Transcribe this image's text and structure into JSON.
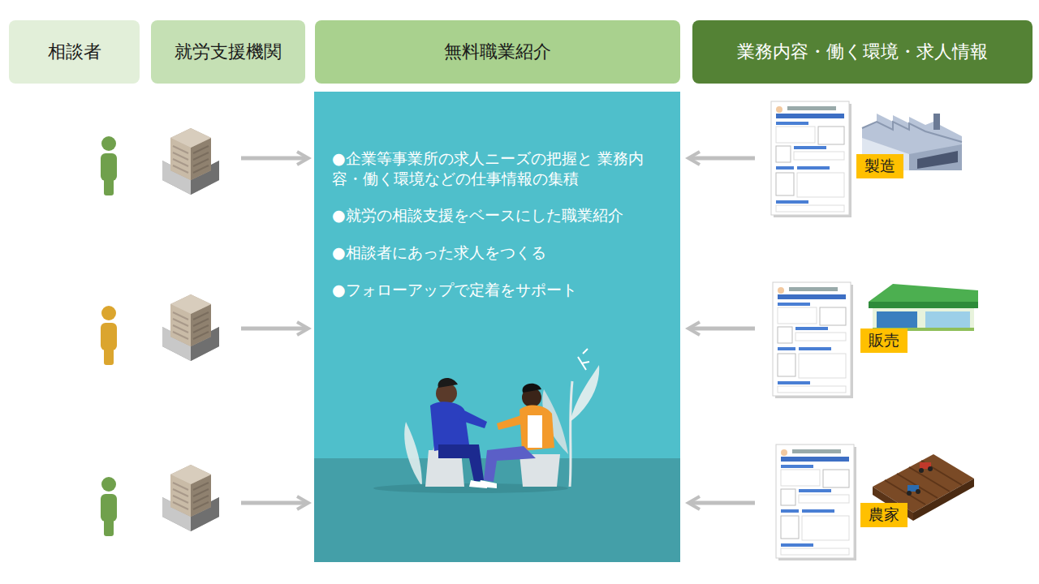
{
  "diagram": {
    "nodes": [
      {
        "text": [
          "相談者"
        ]
      },
      {
        "text": [
          "就労支援機関"
        ]
      },
      {
        "text": [
          "無料職業紹介"
        ]
      },
      {
        "text": [
          "業務内容・働く環境・求人情報"
        ]
      },
      {
        "text": [
          "●企業等事業所の求人ニーズの把握と 業務内容・働く環境などの仕事情報の集積",
          "●就労の相談支援をベースにした職業紹介",
          "●相談者にあった求人をつくる",
          "●フォローアップで定着をサポート"
        ]
      },
      {
        "text": [
          "製造"
        ]
      },
      {
        "text": [
          "販売"
        ]
      },
      {
        "text": [
          "農家"
        ]
      }
    ]
  }
}
